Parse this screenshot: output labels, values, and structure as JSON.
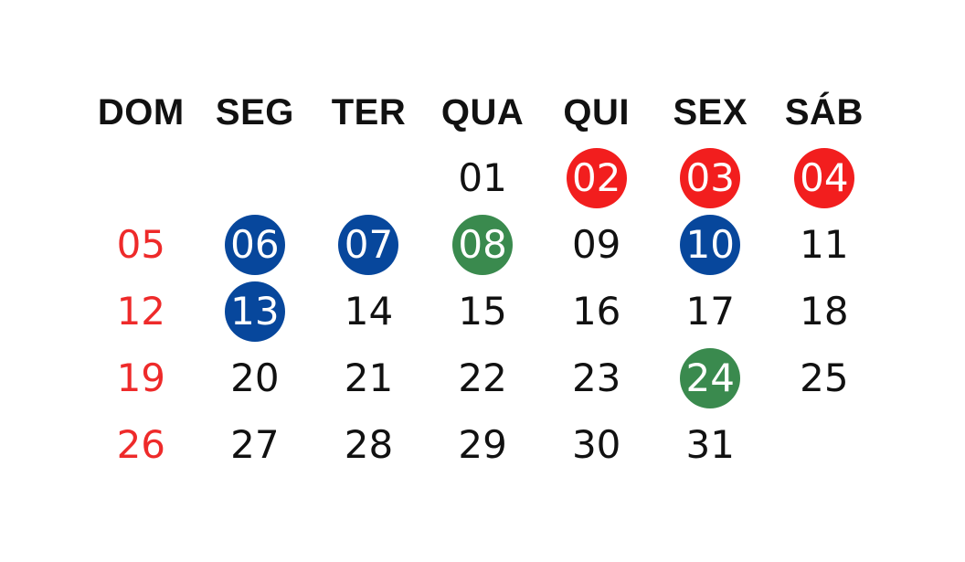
{
  "weekdays": [
    "DOM",
    "SEG",
    "TER",
    "QUA",
    "QUI",
    "SEX",
    "SÁB"
  ],
  "colors": {
    "red": "#f21e1e",
    "blue": "#07479c",
    "green": "#3a8a4e",
    "sunday_text": "#ee2a2a",
    "text": "#111111"
  },
  "weeks": [
    [
      {
        "label": "",
        "style": "empty"
      },
      {
        "label": "",
        "style": "empty"
      },
      {
        "label": "",
        "style": "empty"
      },
      {
        "label": "01",
        "style": "plain"
      },
      {
        "label": "02",
        "style": "red"
      },
      {
        "label": "03",
        "style": "red"
      },
      {
        "label": "04",
        "style": "red"
      }
    ],
    [
      {
        "label": "05",
        "style": "sunday"
      },
      {
        "label": "06",
        "style": "blue"
      },
      {
        "label": "07",
        "style": "blue"
      },
      {
        "label": "08",
        "style": "green"
      },
      {
        "label": "09",
        "style": "plain"
      },
      {
        "label": "10",
        "style": "blue"
      },
      {
        "label": "11",
        "style": "plain"
      }
    ],
    [
      {
        "label": "12",
        "style": "sunday"
      },
      {
        "label": "13",
        "style": "blue"
      },
      {
        "label": "14",
        "style": "plain"
      },
      {
        "label": "15",
        "style": "plain"
      },
      {
        "label": "16",
        "style": "plain"
      },
      {
        "label": "17",
        "style": "plain"
      },
      {
        "label": "18",
        "style": "plain"
      }
    ],
    [
      {
        "label": "19",
        "style": "sunday"
      },
      {
        "label": "20",
        "style": "plain"
      },
      {
        "label": "21",
        "style": "plain"
      },
      {
        "label": "22",
        "style": "plain"
      },
      {
        "label": "23",
        "style": "plain"
      },
      {
        "label": "24",
        "style": "green"
      },
      {
        "label": "25",
        "style": "plain"
      }
    ],
    [
      {
        "label": "26",
        "style": "sunday"
      },
      {
        "label": "27",
        "style": "plain"
      },
      {
        "label": "28",
        "style": "plain"
      },
      {
        "label": "29",
        "style": "plain"
      },
      {
        "label": "30",
        "style": "plain"
      },
      {
        "label": "31",
        "style": "plain"
      },
      {
        "label": "",
        "style": "empty"
      }
    ]
  ]
}
